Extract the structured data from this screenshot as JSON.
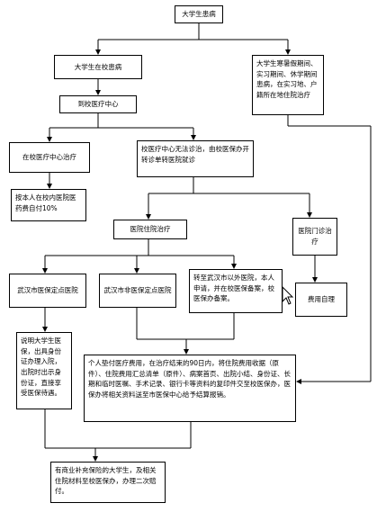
{
  "diagram": {
    "root": "大学生患病",
    "in_school": "大学生在校患病",
    "off_school": "大学生寒暑假期间、实习期间、休学期间患病，在实习地、户籍所在地住院治疗",
    "school_clinic": "到校医疗中心",
    "clinic_treat": "在校医疗中心治疗",
    "clinic_pay": "按本人在校内医院医药费自付10%",
    "referral": "校医疗中心无法诊治，由校医保办开转诊单转医院就诊",
    "inpatient": "医院住院治疗",
    "outpatient": "医院门诊治疗",
    "wuhan_medicare": "武汉市医保定点医院",
    "wuhan_nonmedicare": "武汉市非医保定点医院",
    "outside_wuhan": "转至武汉市以外医院，本人申请，并在校医保备案，校医保办备案。",
    "self_pay": "费用自理",
    "note": "说明大学生医保，出具身份证办理入院，出院时出示身份证，直接享受医保待遇。",
    "reimburse": "个人垫付医疗费用，在治疗结束的90日内，将住院费用收据（原件）、住院费用汇总清单（原件）、病案首页、出院小结、身份证、长期和临时医嘱、手术记录、银行卡等资料的复印件交至校医保办，医保办将相关资料送至市医保中心给予结算报销。",
    "commercial": "有商业补充保险的大学生，及相关住院材料至校医保办，办理二次赔付。"
  }
}
